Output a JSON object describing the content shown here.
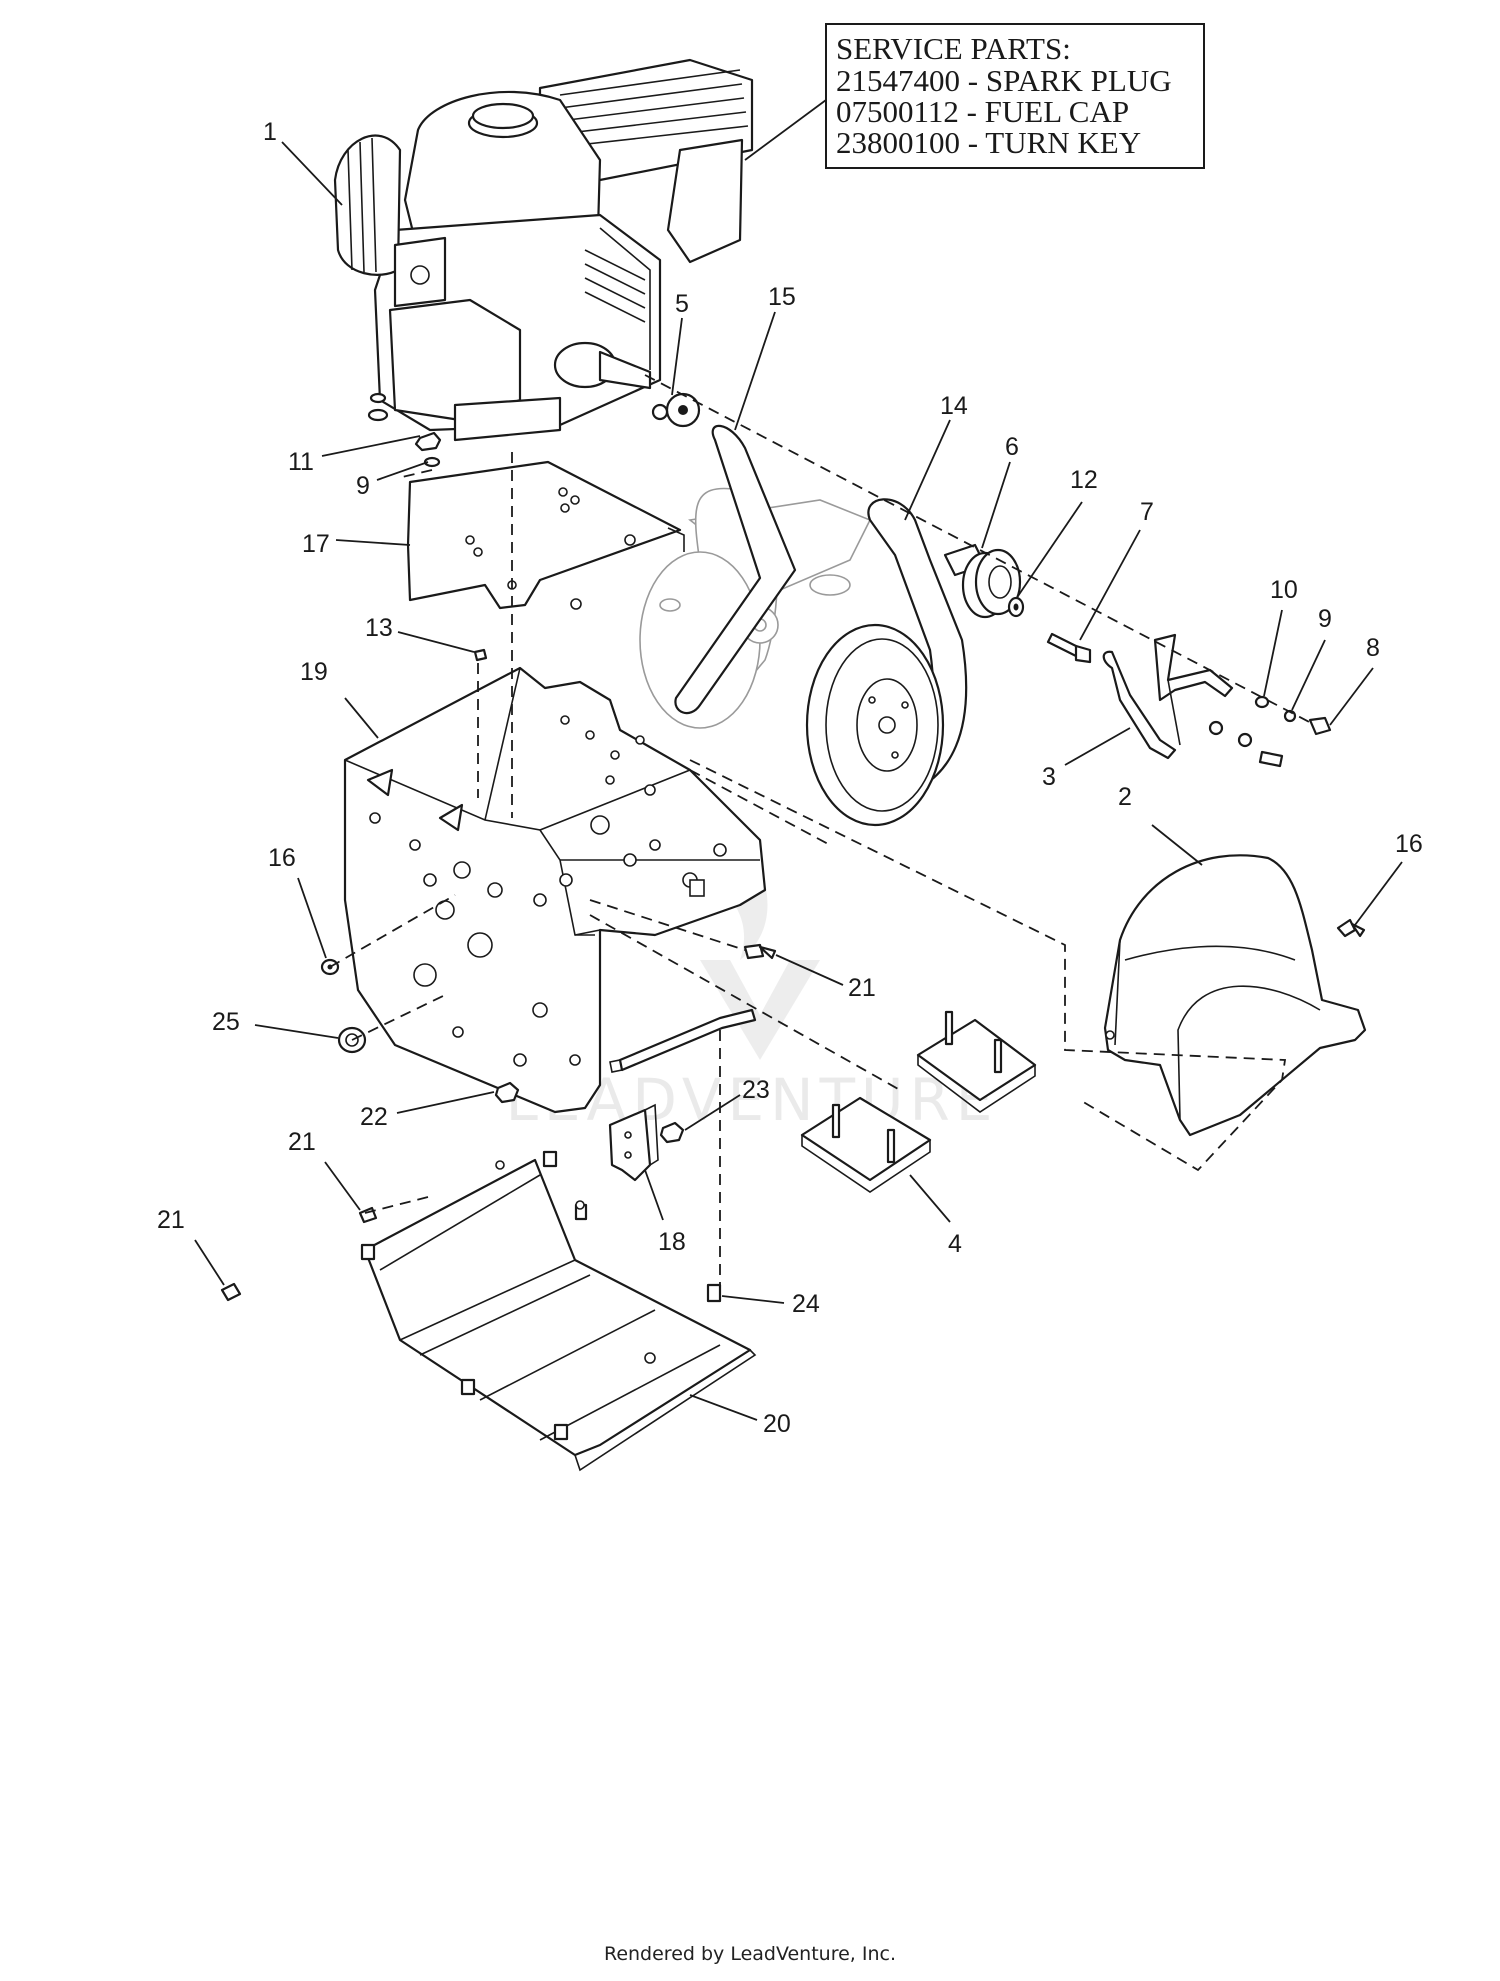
{
  "service_parts": {
    "heading": "SERVICE PARTS:",
    "lines": [
      "21547400 - SPARK PLUG",
      "07500112 - FUEL CAP",
      "23800100 - TURN KEY"
    ]
  },
  "callouts": [
    {
      "id": "c1",
      "label": "1"
    },
    {
      "id": "c5",
      "label": "5"
    },
    {
      "id": "c15",
      "label": "15"
    },
    {
      "id": "c14",
      "label": "14"
    },
    {
      "id": "c6",
      "label": "6"
    },
    {
      "id": "c12",
      "label": "12"
    },
    {
      "id": "c7",
      "label": "7"
    },
    {
      "id": "c11",
      "label": "11"
    },
    {
      "id": "c9a",
      "label": "9"
    },
    {
      "id": "c17",
      "label": "17"
    },
    {
      "id": "c13",
      "label": "13"
    },
    {
      "id": "c19",
      "label": "19"
    },
    {
      "id": "c10",
      "label": "10"
    },
    {
      "id": "c9b",
      "label": "9"
    },
    {
      "id": "c8",
      "label": "8"
    },
    {
      "id": "c3",
      "label": "3"
    },
    {
      "id": "c2",
      "label": "2"
    },
    {
      "id": "c16a",
      "label": "16"
    },
    {
      "id": "c16b",
      "label": "16"
    },
    {
      "id": "c21a",
      "label": "21"
    },
    {
      "id": "c25",
      "label": "25"
    },
    {
      "id": "c22",
      "label": "22"
    },
    {
      "id": "c23",
      "label": "23"
    },
    {
      "id": "c21b",
      "label": "21"
    },
    {
      "id": "c18",
      "label": "18"
    },
    {
      "id": "c4",
      "label": "4"
    },
    {
      "id": "c21c",
      "label": "21"
    },
    {
      "id": "c24",
      "label": "24"
    },
    {
      "id": "c20",
      "label": "20"
    }
  ],
  "watermark": "LEADVENTURE",
  "footer": "Rendered by LeadVenture, Inc."
}
